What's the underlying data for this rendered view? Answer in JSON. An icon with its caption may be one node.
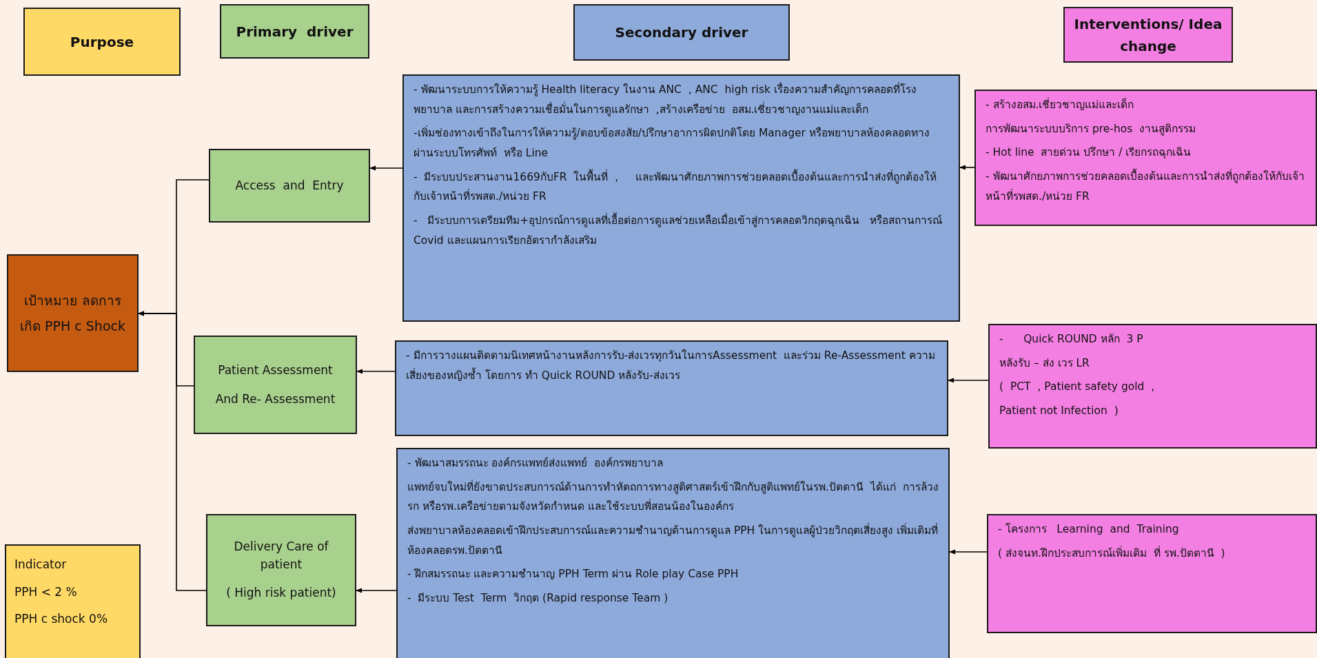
{
  "diagram": {
    "nodes": [
      {
        "text": [
          "Purpose"
        ]
      },
      {
        "text": [
          "Primary  driver"
        ]
      },
      {
        "text": [
          "Secondary driver"
        ]
      },
      {
        "text": [
          "Interventions/ Idea change"
        ]
      },
      {
        "text": [
          "เป้าหมาย ลดการเกิด PPH c Shock"
        ]
      },
      {
        "text": [
          "Access  and  Entry"
        ]
      },
      {
        "text": [
          "- พัฒนาระบบการให้ความรู้ Health literacy ในงาน ANC  , ANC  high risk เรื่องความสำคัญการคลอดที่โรงพยาบาล และการสร้างความเชื่อมั่นในการดูแลรักษา  ,สร้างเครือข่าย  อสม.เชี่ยวชาญงานแม่และเด็ก",
          "-เพิ่มช่องทางเข้าถึงในการให้ความรู้/ตอบข้อสงสัย/ปรึกษาอาการผิดปกติโดย Manager หรือพยาบาลห้องคลอดทางผ่านระบบโทรศัพท์  หรือ Line",
          "-  มีระบบประสานงาน1669กับFR  ในพื้นที่  ,     และพัฒนาศักยภาพการช่วยคลอดเบื้องต้นและการนำส่งที่ถูกต้องให้กับเจ้าหน้าที่รพสต./หน่วย FR",
          "-   มีระบบการเตรียมทีม+อุปกรณ์การดูแลที่เอื้อต่อการดูแลช่วยเหลือเมื่อเข้าสู่การคลอดวิกฤตฉุกเฉิน   หรือสถานการณ์ Covid และแผนการเรียกอัตรากำลังเสริม"
        ]
      },
      {
        "text": [
          "- สร้างอสม.เชี่ยวชาญแม่และเด็ก",
          "การพัฒนาระบบบริการ pre-hos  งานสูติกรรม",
          "- Hot line  สายด่วน ปรึกษา / เรียกรถฉุกเฉิน",
          "- พัฒนาศักยภาพการช่วยคลอดเบื้องต้นและการนำส่งที่ถูกต้องให้กับเจ้าหน้าที่รพสต./หน่วย FR"
        ]
      },
      {
        "text": [
          "Patient Assessment",
          "And Re- Assessment"
        ]
      },
      {
        "text": [
          "- มีการวางแผนติดตามนิเทศหน้างานหลังการรับ-ส่งเวรทุกวันในการAssessment  และร่วม Re-Assessment ความเสี่ยงของหญิงซ้ำ โดยการ ทำ Quick ROUND หลังรับ-ส่งเวร"
        ]
      },
      {
        "text": [
          "-      Quick ROUND หลัก  3 P",
          "หลังรับ – ส่ง เวร LR",
          "(  PCT  , Patient safety gold  ,",
          "Patient not Infection  )"
        ]
      },
      {
        "text": [
          "Delivery Care of patient",
          "( High risk patient)"
        ]
      },
      {
        "text": [
          "- พัฒนาสมรรถนะ องค์กรแพทย์ส่งแพทย์  องค์กรพยาบาล",
          "แพทย์จบใหม่ที่ยังขาดประสบการณ์ด้านการทำหัตถการทางสูติศาสตร์เข้าฝึกกับสูติแพทย์ในรพ.ปัตตานี  ได้แก่  การล้วงรก หรือรพ.เครือข่ายตามจังหวัดกำหนด และใช้ระบบพี่สอนน้องในองค์กร",
          "ส่งพยาบาลห้องคลอดเข้าฝึกประสบการณ์และความชำนาญด้านการดูแล PPH ในการดูแลผู้ป่วยวิกฤตเสี่ยงสูง เพิ่มเติมที่ห้องคลอดรพ.ปัตตานี",
          "- ฝึกสมรรถนะ และความชำนาญ PPH Term ผ่าน Role play Case PPH",
          "-  มีระบบ Test  Term  วิกฤต (Rapid response Team )"
        ]
      },
      {
        "text": [
          "- โครงการ   Learning  and  Training",
          "( ส่งจนท.ฝึกประสบการณ์เพิ่มเติม  ที่ รพ.ปัตตานี  )"
        ]
      },
      {
        "text": [
          "Indicator",
          "PPH < 2 %",
          "PPH c shock 0%"
        ]
      }
    ],
    "edges": [
      {
        "from": 7,
        "to": 6,
        "arrow": "to"
      },
      {
        "from": 6,
        "to": 5,
        "arrow": "to"
      },
      {
        "from": 5,
        "to": 4,
        "arrow": "to"
      },
      {
        "from": 10,
        "to": 9,
        "arrow": "to"
      },
      {
        "from": 9,
        "to": 8,
        "arrow": "to"
      },
      {
        "from": 8,
        "to": 4,
        "arrow": "to"
      },
      {
        "from": 13,
        "to": 12,
        "arrow": "to"
      },
      {
        "from": 12,
        "to": 11,
        "arrow": "to"
      },
      {
        "from": 11,
        "to": 4,
        "arrow": "to"
      }
    ]
  }
}
